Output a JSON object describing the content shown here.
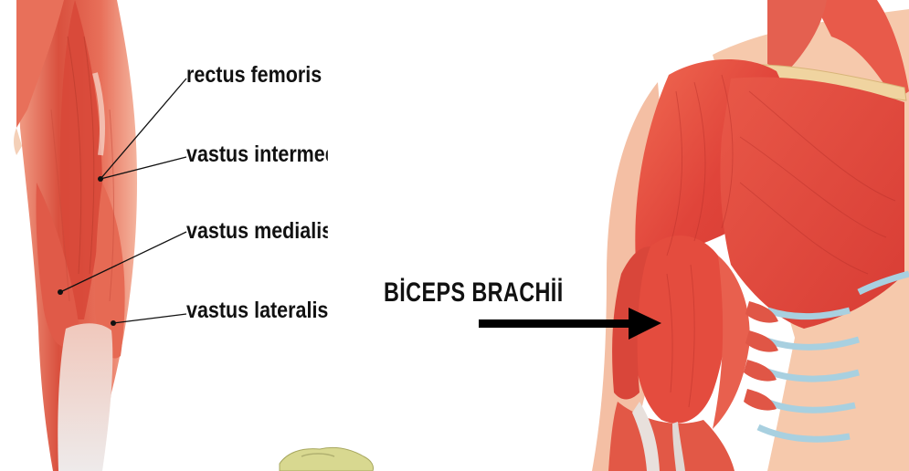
{
  "labels": {
    "rectus_femoris": "rectus femoris",
    "vastus_intermedius": "vastus intermedius",
    "vastus_medialis": "vastus medialis",
    "vastus_lateralis": "vastus lateralis"
  },
  "biceps_label": "BİCEPS BRACHİİ",
  "colors": {
    "muscle_red": "#e0483a",
    "muscle_light": "#f0907a",
    "skin": "#f4c4a4",
    "tendon": "#e8dcd4",
    "bone": "#e8c88a",
    "cartilage": "#a8d0e0",
    "arrow": "#000000"
  }
}
